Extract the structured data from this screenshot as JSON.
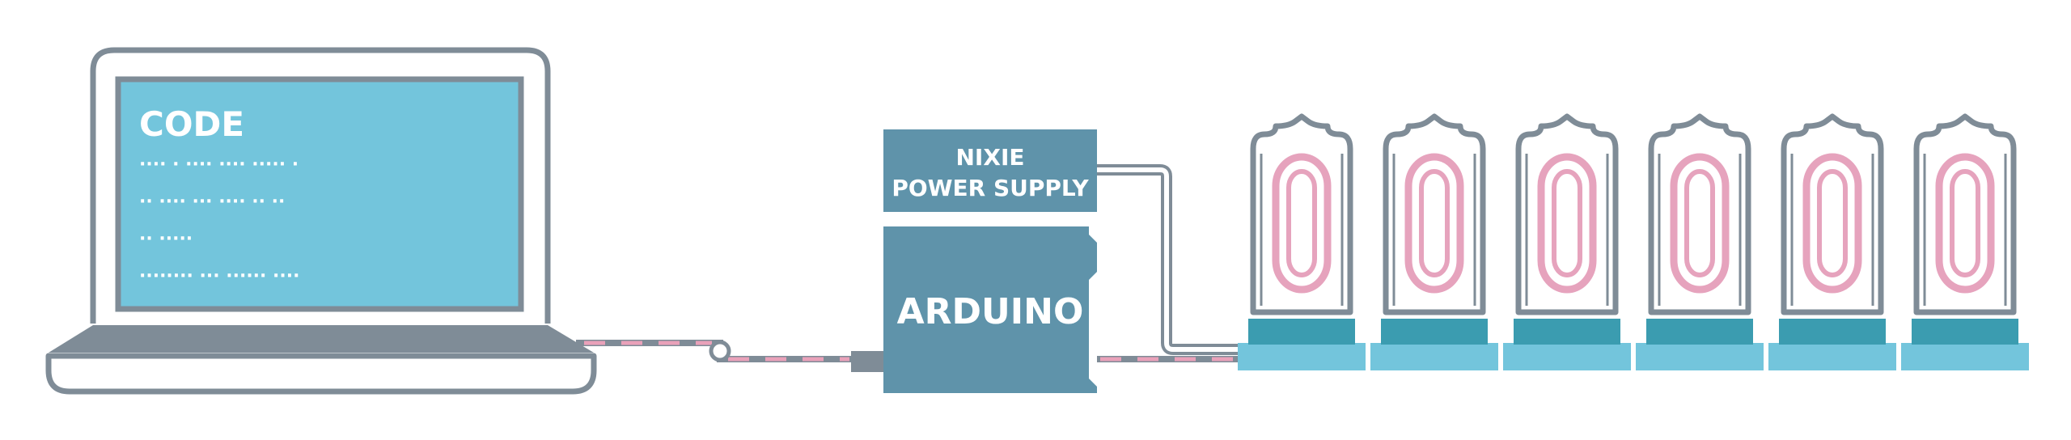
{
  "colors": {
    "outline": "#7f8c97",
    "screen": "#73c5dc",
    "module": "#5f93aa",
    "tube_base_dark": "#3b9cb0",
    "tube_base_light": "#73c5dc",
    "digit": "#e6a3bd",
    "cable_pink": "#e9a1b9"
  },
  "laptop": {
    "screen_title": "CODE",
    "code_lines": [
      "···· · ····   ···· ····· ·",
      "·· ···· ··· ···· ·· ··",
      "·· ·····",
      "········ ··· ······ ····"
    ]
  },
  "power_supply": {
    "line1": "NIXIE",
    "line2": "POWER SUPPLY"
  },
  "arduino": {
    "label": "ARDUINO"
  },
  "tubes": {
    "digits": [
      "0",
      "0",
      "0",
      "0",
      "0",
      "0"
    ]
  }
}
